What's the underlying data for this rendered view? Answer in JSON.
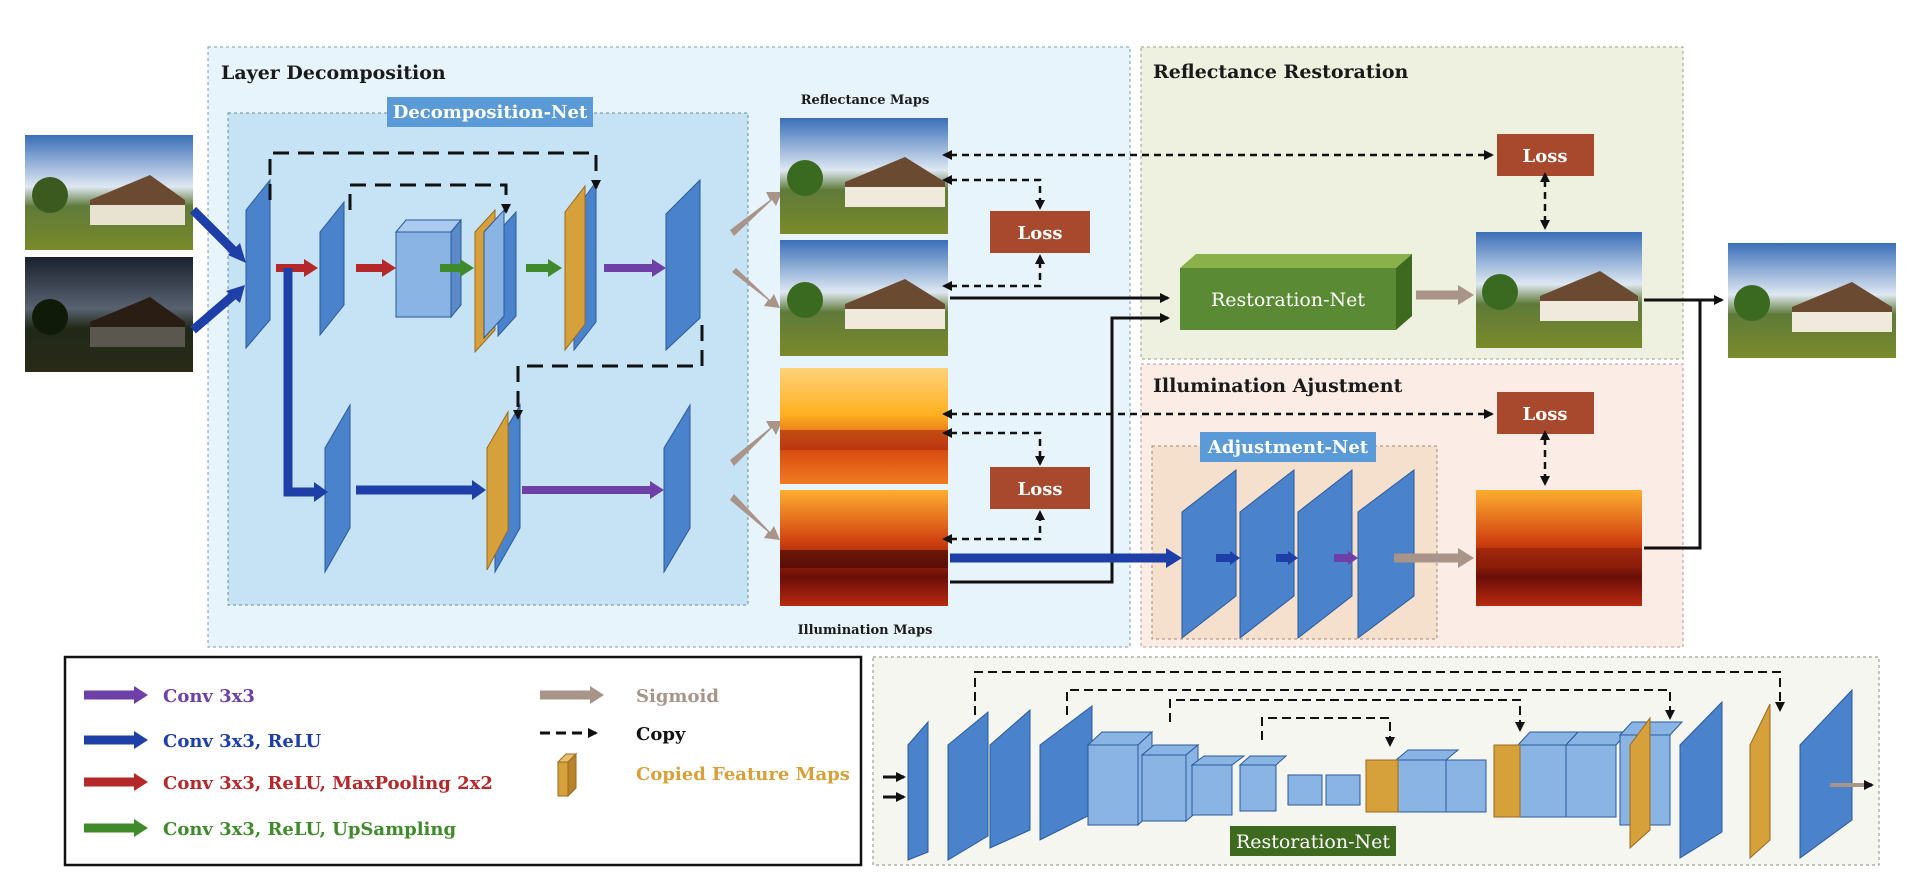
{
  "sections": {
    "layer_decomposition": "Layer Decomposition",
    "decomposition_net": "Decomposition-Net",
    "reflectance_restoration": "Reflectance Restoration",
    "illumination_adjustment": "Illumination Ajustment",
    "adjustment_net": "Adjustment-Net"
  },
  "labels": {
    "reflectance_maps": "Reflectance Maps",
    "illumination_maps": "Illumination Maps",
    "restoration_net": "Restoration-Net",
    "restoration_net_bottom": "Restoration-Net",
    "loss": "Loss"
  },
  "legend": {
    "conv": "Conv 3x3",
    "conv_relu": "Conv 3x3, ReLU",
    "conv_relu_pool": "Conv 3x3, ReLU, MaxPooling 2x2",
    "conv_relu_up": "Conv 3x3, ReLU, UpSampling",
    "sigmoid": "Sigmoid",
    "copy": "Copy",
    "copied_maps": "Copied Feature Maps"
  },
  "colors": {
    "conv": "#6f3fa8",
    "conv_relu": "#1f3fa8",
    "conv_relu_pool": "#b5282a",
    "conv_relu_up": "#3f8a2a",
    "sigmoid": "#a89488",
    "copy": "#111111",
    "copied_maps": "#d6a03a",
    "loss_box": "#a8482c",
    "net_box": "#5a8a34",
    "layer_fill": "#4a82cc"
  }
}
